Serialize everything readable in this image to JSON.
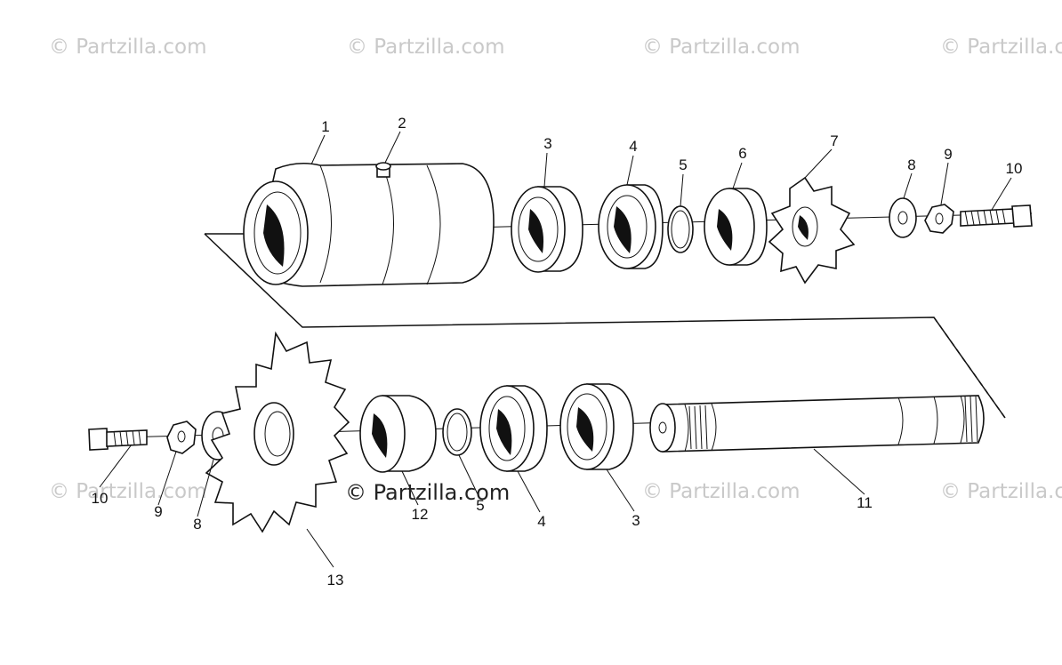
{
  "watermarks": {
    "text": "© Partzilla.com"
  },
  "callouts": {
    "top": [
      "1",
      "2",
      "3",
      "4",
      "5",
      "6",
      "7",
      "8",
      "9",
      "10"
    ],
    "bottom": [
      "10",
      "9",
      "8",
      "12",
      "5",
      "4",
      "3",
      "11",
      "13"
    ]
  },
  "colors": {
    "ink": "#111111",
    "watermark": "#c9c9c9",
    "background": "#ffffff"
  }
}
